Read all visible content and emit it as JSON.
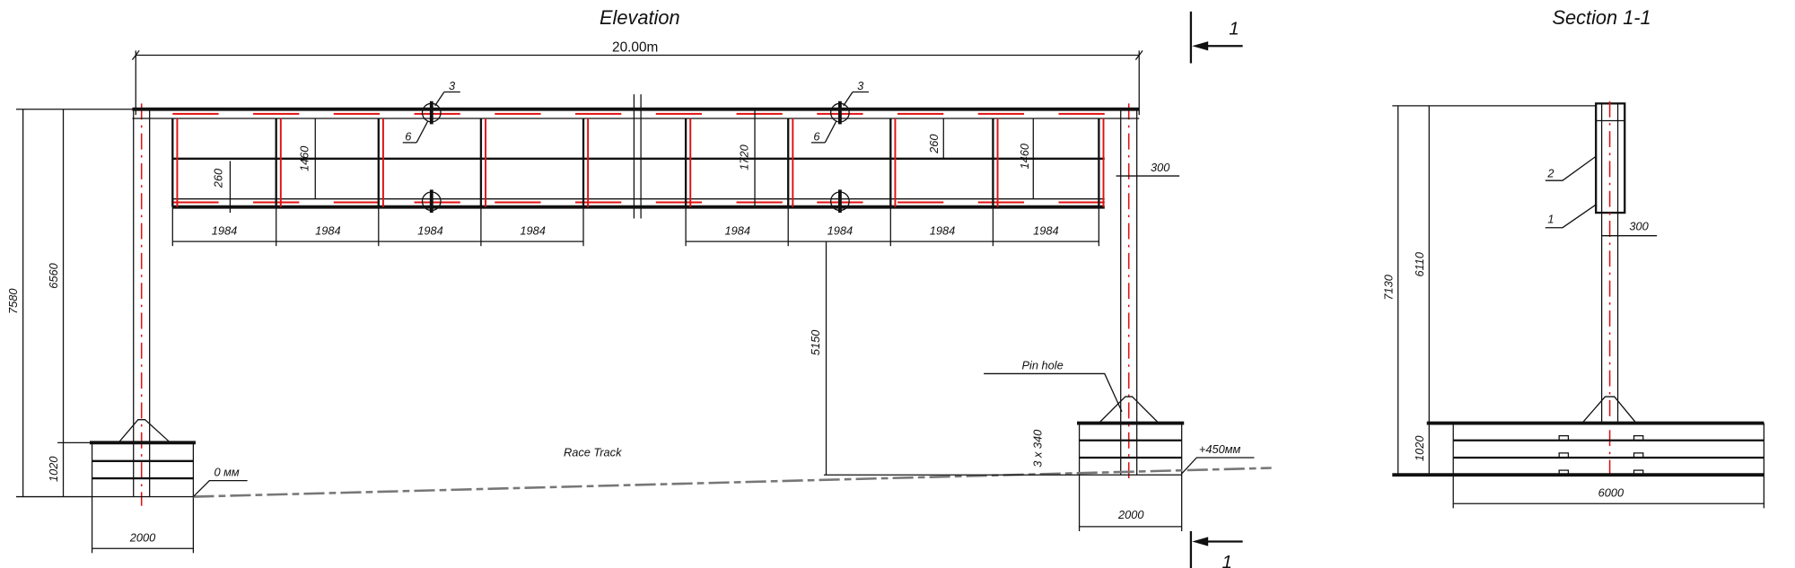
{
  "elevation": {
    "title": "Elevation",
    "overall_span": "20.00m",
    "panel_dims": [
      "1984",
      "1984",
      "1984",
      "1984",
      "1984",
      "1984",
      "1984",
      "1984"
    ],
    "truss_depth_left": "1460",
    "truss_depth_right": "1460",
    "truss_offset_left": "260",
    "truss_offset_right": "260",
    "truss_depth_mid": "1720",
    "column_width": "300",
    "height_total": "7580",
    "height_column": "6560",
    "footing_height": "1020",
    "clearance": "5150",
    "footing_layers": "3 x 340",
    "footing_width_left": "2000",
    "footing_width_right": "2000",
    "callouts": {
      "part3_left": "3",
      "part6_left": "6",
      "part3_right": "3",
      "part6_right": "6"
    },
    "notes": {
      "race_track": "Race Track",
      "pin_hole": "Pin hole",
      "level_left": "0 мм",
      "level_right": "+450мм"
    },
    "section_mark_top": "1",
    "section_mark_bottom": "1"
  },
  "section": {
    "title": "Section 1-1",
    "height_total": "7130",
    "height_column": "6110",
    "footing_height": "1020",
    "base_width": "6000",
    "column_width": "300",
    "callouts": {
      "part2": "2",
      "part1": "1"
    }
  },
  "colors": {
    "line": "#111111",
    "centerline": "#e01010",
    "ground": "#777777"
  }
}
